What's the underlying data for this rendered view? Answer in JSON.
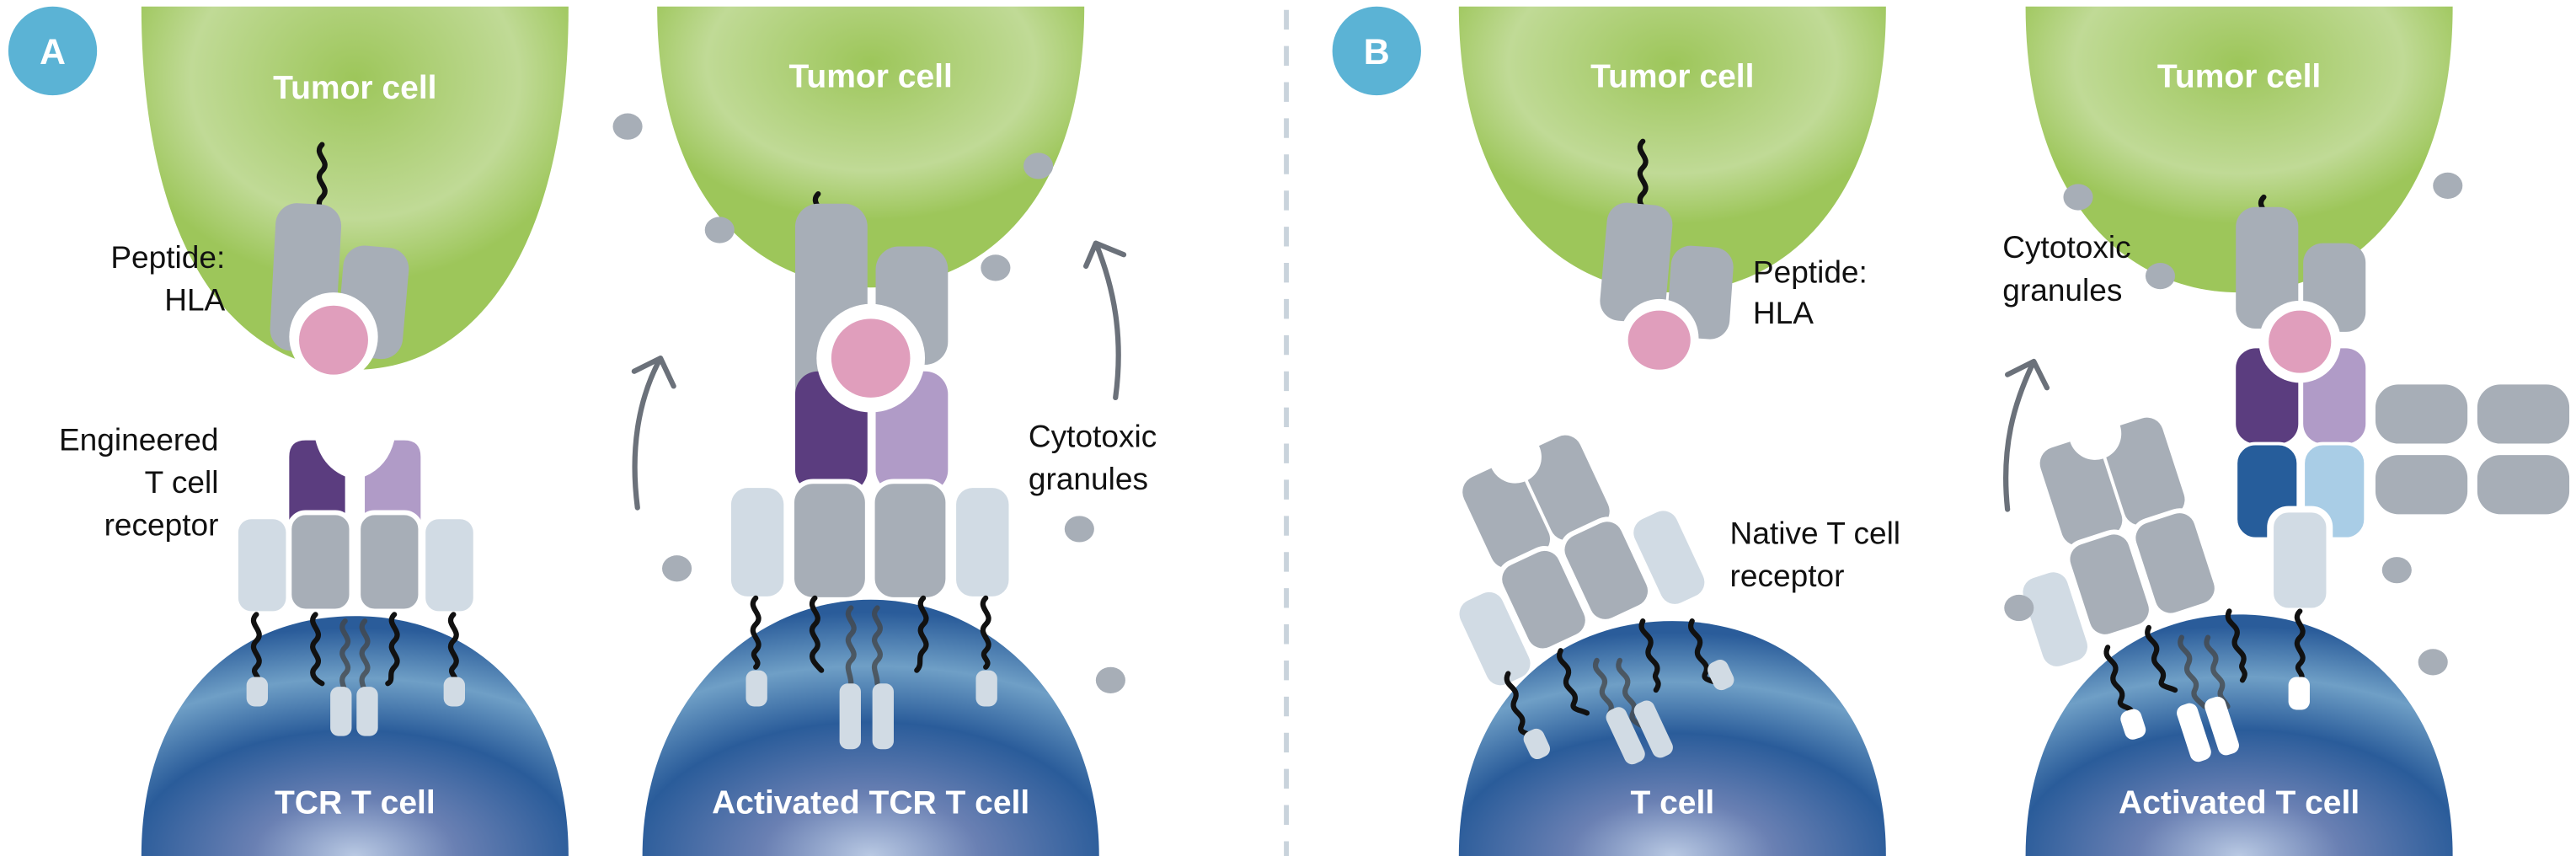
{
  "colors": {
    "tumor": "#9dc65a",
    "tcell": "#2a5c9a",
    "badge": "#5bb3d5",
    "grey_domain": "#a7aeb7",
    "light_domain": "#d1dbe4",
    "alpha_chain": "#5b3d7f",
    "beta_chain": "#b09bc7",
    "peptide": "#e09ebc",
    "cd3_dark": "#265d9b",
    "cd3_light": "#a9cde6",
    "granule": "#a7aeb7",
    "divider": "#c9d3dc"
  },
  "panels": [
    {
      "badge": "A",
      "scenes": [
        {
          "tumor_label": "Tumor cell",
          "tcell_label": "TCR T cell",
          "labels": {
            "peptide": [
              "Peptide:",
              "HLA"
            ],
            "receptor": [
              "Engineered",
              "T cell",
              "receptor"
            ]
          }
        },
        {
          "tumor_label": "Tumor cell",
          "tcell_label": "Activated TCR T cell",
          "labels": {
            "granules": [
              "Cytotoxic",
              "granules"
            ]
          }
        }
      ]
    },
    {
      "badge": "B",
      "scenes": [
        {
          "tumor_label": "Tumor cell",
          "tcell_label": "T cell",
          "labels": {
            "peptide": [
              "Peptide:",
              "HLA"
            ],
            "receptor": [
              "Native T cell",
              "receptor"
            ]
          }
        },
        {
          "tumor_label": "Tumor cell",
          "tcell_label": "Activated T cell",
          "labels": {
            "granules": [
              "Cytotoxic",
              "granules"
            ]
          }
        }
      ]
    }
  ]
}
